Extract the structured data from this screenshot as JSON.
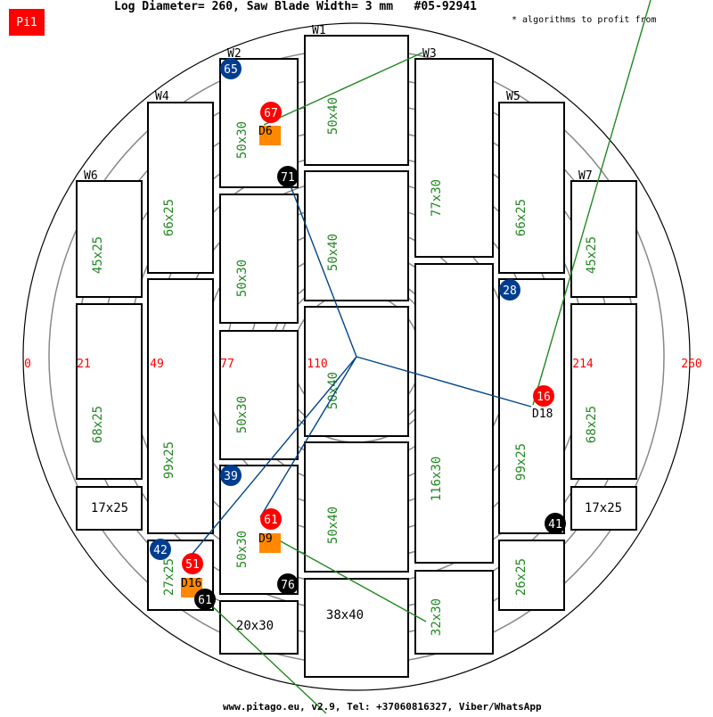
{
  "badge": "Pi1",
  "title": "Log Diameter= 260, Saw Blade Width= 3 mm   #05-92941",
  "note": "* algorithms to profit from",
  "footer": "www.pitago.eu, v2.9, Tel: +37060816327, Viber/WhatsApp",
  "colors": {
    "ring": "#888888",
    "board": "#000000",
    "dimension_text": "#228822",
    "scale_text": "#ff0000",
    "line_blue": "#004488",
    "line_green": "#228822",
    "marker_red": "#ff0000",
    "marker_blue": "#003d8f",
    "marker_black": "#000000",
    "marker_orange": "#ff8800"
  },
  "scale_labels": [
    "0",
    "21",
    "49",
    "77",
    "110",
    "214",
    "260"
  ],
  "column_labels": [
    "W1",
    "W2",
    "W3",
    "W4",
    "W5",
    "W6",
    "W7"
  ],
  "boards": [
    {
      "id": "w1a",
      "label": "50x40"
    },
    {
      "id": "w1b",
      "label": "50x40"
    },
    {
      "id": "w1c",
      "label": "50x40"
    },
    {
      "id": "w1d",
      "label": "50x40"
    },
    {
      "id": "w1e",
      "label": "38x40"
    },
    {
      "id": "w2a",
      "label": "50x30"
    },
    {
      "id": "w2b",
      "label": "50x30"
    },
    {
      "id": "w2c",
      "label": "50x30"
    },
    {
      "id": "w2d",
      "label": "50x30"
    },
    {
      "id": "w2e",
      "label": "20x30"
    },
    {
      "id": "w3a",
      "label": "77x30"
    },
    {
      "id": "w3b",
      "label": "116x30"
    },
    {
      "id": "w3c",
      "label": "32x30"
    },
    {
      "id": "w4a",
      "label": "66x25"
    },
    {
      "id": "w4b",
      "label": "99x25"
    },
    {
      "id": "w4c",
      "label": "27x25"
    },
    {
      "id": "w5a",
      "label": "66x25"
    },
    {
      "id": "w5b",
      "label": "99x25"
    },
    {
      "id": "w5c",
      "label": "26x25"
    },
    {
      "id": "w6a",
      "label": "45x25"
    },
    {
      "id": "w6b",
      "label": "68x25"
    },
    {
      "id": "w6c",
      "label": "17x25"
    },
    {
      "id": "w7a",
      "label": "45x25"
    },
    {
      "id": "w7b",
      "label": "68x25"
    },
    {
      "id": "w7c",
      "label": "17x25"
    }
  ],
  "markers": [
    {
      "id": "m65",
      "label": "65",
      "color": "blue"
    },
    {
      "id": "m67",
      "label": "67",
      "color": "red"
    },
    {
      "id": "m71",
      "label": "71",
      "color": "black"
    },
    {
      "id": "m28",
      "label": "28",
      "color": "blue"
    },
    {
      "id": "m16",
      "label": "16",
      "color": "red"
    },
    {
      "id": "m39",
      "label": "39",
      "color": "blue"
    },
    {
      "id": "m61a",
      "label": "61",
      "color": "red"
    },
    {
      "id": "m41",
      "label": "41",
      "color": "black"
    },
    {
      "id": "m42",
      "label": "42",
      "color": "blue"
    },
    {
      "id": "m51",
      "label": "51",
      "color": "red"
    },
    {
      "id": "m76",
      "label": "76",
      "color": "black"
    },
    {
      "id": "m61b",
      "label": "61",
      "color": "black"
    }
  ],
  "defects": [
    {
      "id": "d6",
      "label": "D6"
    },
    {
      "id": "d18",
      "label": "D18"
    },
    {
      "id": "d9",
      "label": "D9"
    },
    {
      "id": "d16",
      "label": "D16"
    }
  ]
}
